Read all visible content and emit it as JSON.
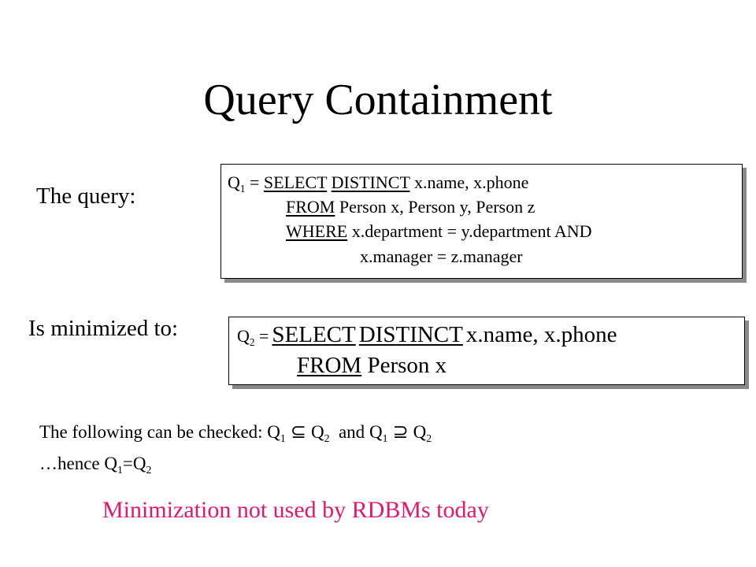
{
  "title": "Query Containment",
  "labels": {
    "query": "The query:",
    "minimized": "Is minimized to:"
  },
  "q1": {
    "name": "Q",
    "sub": "1",
    "eq": "=",
    "select_kw": "SELECT",
    "distinct_kw": "DISTINCT",
    "select_list": "x.name, x.phone",
    "from_kw": "FROM",
    "from_list": "Person x, Person y, Person z",
    "where_kw": "WHERE",
    "cond1": "x.department = y.department AND",
    "cond2": "x.manager = z.manager"
  },
  "q2": {
    "name": "Q",
    "sub": "2",
    "eq": "=",
    "select_kw": "SELECT",
    "distinct_kw": "DISTINCT",
    "select_list": "x.name, x.phone",
    "from_kw": "FROM",
    "from_list": "Person x"
  },
  "note": {
    "text1": "The following can be checked:",
    "and": "and",
    "subset": "⊆",
    "superset": "⊇",
    "hence": "…hence",
    "eq": "="
  },
  "remark": "Minimization not used by RDBMs today",
  "colors": {
    "remark": "#e8166b",
    "shadow": "#8a8a8a"
  }
}
